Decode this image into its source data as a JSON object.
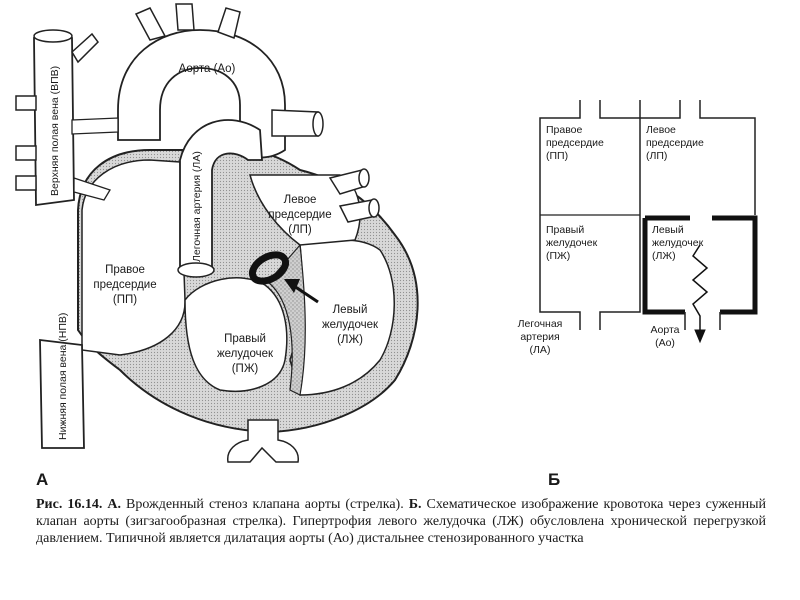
{
  "panel_a": {
    "letter": "А",
    "labels": {
      "aorta": "Аорта (Ао)",
      "svc": "Верхняя полая вена (ВПВ)",
      "pa": "Легочная артерия (ЛА)",
      "la_1": "Левое",
      "la_2": "предсердие",
      "la_3": "(ЛП)",
      "ra_1": "Правое",
      "ra_2": "предсердие",
      "ra_3": "(ПП)",
      "lv_1": "Левый",
      "lv_2": "желудочек",
      "lv_3": "(ЛЖ)",
      "rv_1": "Правый",
      "rv_2": "желудочек",
      "rv_3": "(ПЖ)",
      "ivc": "Нижняя полая вена (НПВ)"
    }
  },
  "panel_b": {
    "letter": "Б",
    "labels": {
      "ra_1": "Правое",
      "ra_2": "предсердие",
      "ra_3": "(ПП)",
      "la_1": "Левое",
      "la_2": "предсердие",
      "la_3": "(ЛП)",
      "rv_1": "Правый",
      "rv_2": "желудочек",
      "rv_3": "(ПЖ)",
      "lv_1": "Левый",
      "lv_2": "желудочек",
      "lv_3": "(ЛЖ)",
      "pa_1": "Легочная",
      "pa_2": "артерия",
      "pa_3": "(ЛА)",
      "ao_1": "Аорта",
      "ao_2": "(Ао)"
    }
  },
  "caption": {
    "figure": "Рис. 16.14.",
    "part_a": "А.",
    "text_a": "Врожденный стеноз клапана аорты (стрелка).",
    "part_b": "Б.",
    "text_b": "Схематическое изображение кровотока через суженный клапан аорты (зигзагообразная стрелка). Гипертрофия левого желудочка (ЛЖ) обусловлена хронической перегрузкой давлением. Типичной является дилатация аорты (Ао) дистальнее стенозированного участка"
  }
}
